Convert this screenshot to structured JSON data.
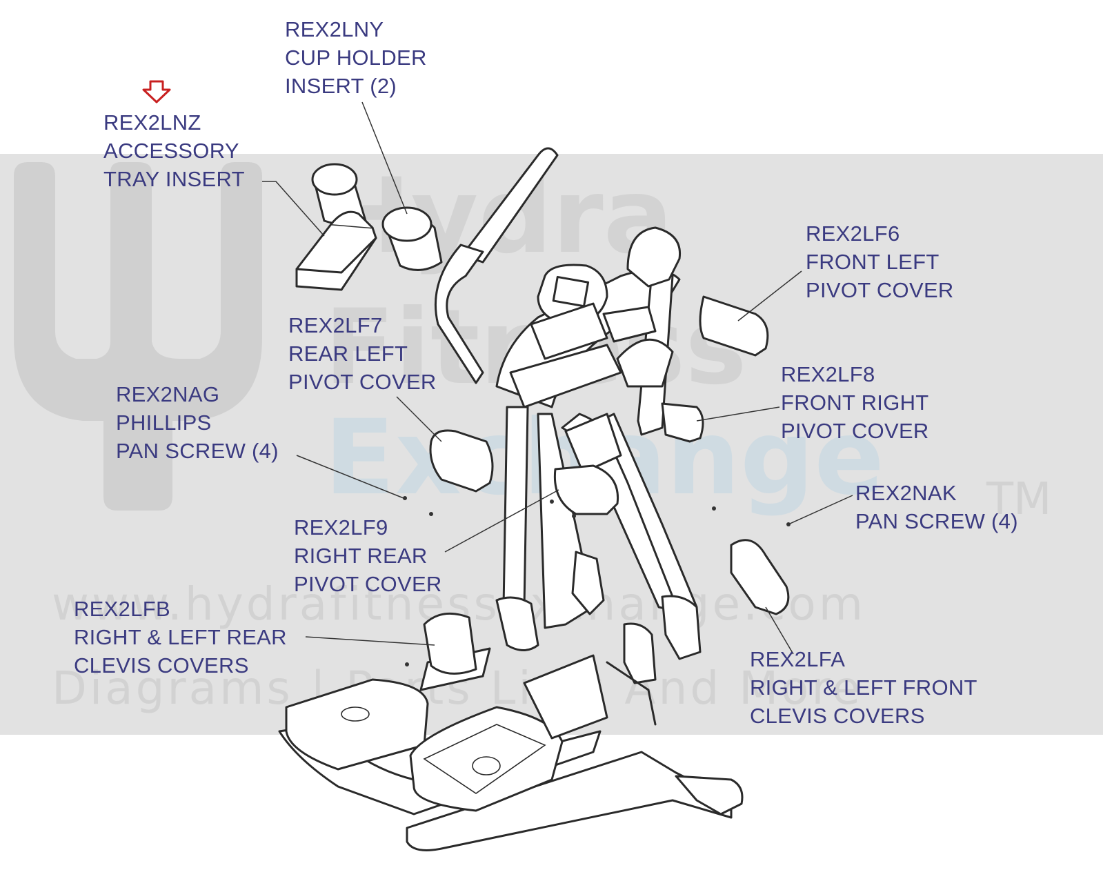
{
  "watermark": {
    "brand_lines": [
      "Hydra",
      "Fitness",
      "Exchange"
    ],
    "trademark": "TM",
    "url": "www.hydrafitnessexchange.com",
    "tagline": "Diagrams | Parts Lists And More"
  },
  "colors": {
    "label_text": "#3a3a80",
    "marker": "#c82020",
    "watermark_band": "#e2e2e2",
    "line_art": "#2a2a2a"
  },
  "labels": [
    {
      "id": "rex2lnz",
      "lines": [
        "REX2LNZ",
        "ACCESSORY",
        "TRAY INSERT"
      ]
    },
    {
      "id": "rex2lny",
      "lines": [
        "REX2LNY",
        "CUP HOLDER",
        "INSERT (2)"
      ]
    },
    {
      "id": "rex2lf6",
      "lines": [
        "REX2LF6",
        "FRONT LEFT",
        "PIVOT COVER"
      ]
    },
    {
      "id": "rex2lf7",
      "lines": [
        "REX2LF7",
        "REAR LEFT",
        "PIVOT COVER"
      ]
    },
    {
      "id": "rex2nag",
      "lines": [
        "REX2NAG",
        "PHILLIPS",
        "PAN SCREW (4)"
      ]
    },
    {
      "id": "rex2lf8",
      "lines": [
        "REX2LF8",
        "FRONT RIGHT",
        "PIVOT COVER"
      ]
    },
    {
      "id": "rex2nak",
      "lines": [
        "REX2NAK",
        "PAN SCREW (4)"
      ]
    },
    {
      "id": "rex2lf9",
      "lines": [
        "REX2LF9",
        "RIGHT REAR",
        "PIVOT COVER"
      ]
    },
    {
      "id": "rex2lfb",
      "lines": [
        "REX2LFB",
        "RIGHT & LEFT REAR",
        "CLEVIS COVERS"
      ]
    },
    {
      "id": "rex2lfa",
      "lines": [
        "REX2LFA",
        "RIGHT & LEFT FRONT",
        "CLEVIS COVERS"
      ]
    }
  ],
  "marker_icon": "down-arrow-outline-icon"
}
